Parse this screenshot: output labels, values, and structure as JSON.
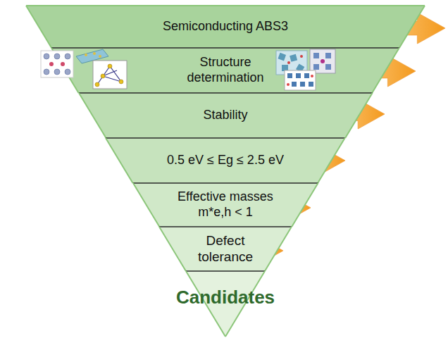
{
  "diagram": {
    "nodes": [
      {
        "text": [
          "Semiconducting ABS3"
        ]
      },
      {
        "text": [
          "Structure determination"
        ]
      },
      {
        "text": [
          "Stability"
        ]
      },
      {
        "text": [
          "0.5 eV ≤ Eg ≤ 2.5 eV"
        ]
      },
      {
        "text": [
          "Effective masses m*e,h < 1"
        ]
      },
      {
        "text": [
          "Defect tolerance"
        ]
      },
      {
        "text": [
          "Candidates"
        ]
      }
    ]
  }
}
